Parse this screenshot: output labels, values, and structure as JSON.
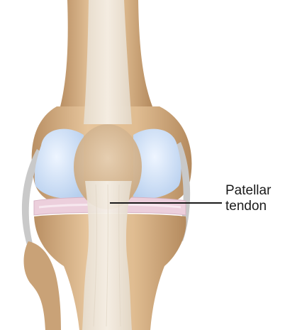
{
  "callout": {
    "label": "Patellar\ntendon",
    "target": "patellar-tendon"
  },
  "colors": {
    "background": "#ffffff",
    "bone": "#dcb98f",
    "bone_shadow": "#b98f63",
    "cartilage": "#c9dcf3",
    "meniscus": "#e9c9d7",
    "tendon": "#efe7da",
    "ligament": "#c8c8c8",
    "leader_line": "#1a1a1a",
    "label_text": "#1a1a1a"
  },
  "icons": [
    "knee-joint-illustration"
  ]
}
